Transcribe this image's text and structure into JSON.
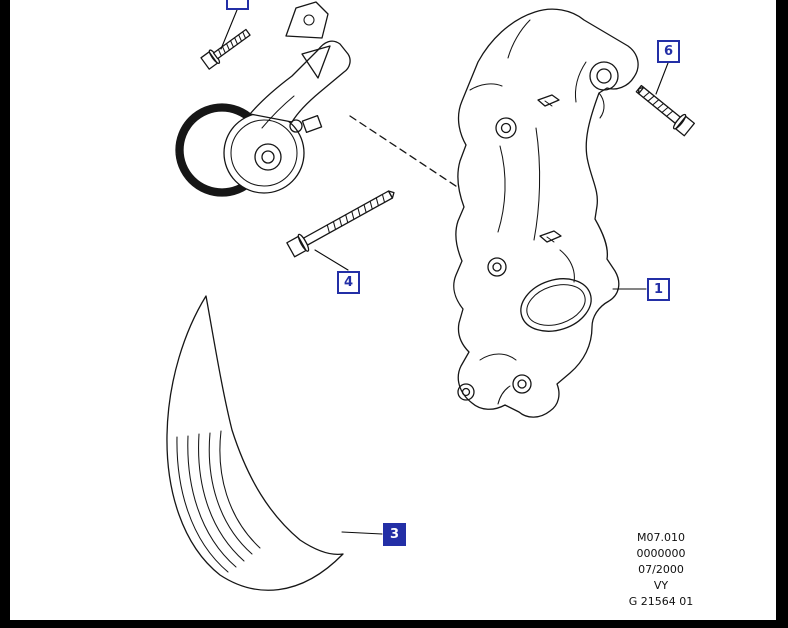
{
  "callouts": {
    "top": {
      "label": ""
    },
    "c6": {
      "label": "6"
    },
    "c4": {
      "label": "4"
    },
    "c1": {
      "label": "1"
    },
    "c3": {
      "label": "3"
    }
  },
  "footer": {
    "lines": [
      "M07.010",
      "0000000",
      "07/2000",
      "VY",
      "G 21564 01"
    ]
  },
  "colors": {
    "callout_blue": "#232fa6",
    "line_color": "#161616",
    "frame_color": "#000000",
    "canvas_color": "#ffffff"
  }
}
